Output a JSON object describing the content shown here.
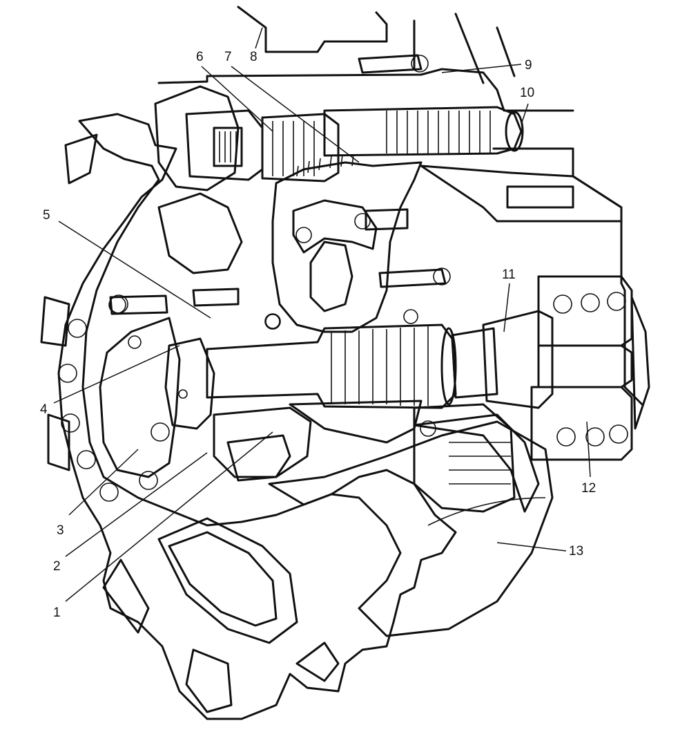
{
  "diagram": {
    "colors": {
      "highlight": "#7fd3ea",
      "highlight_dark": "#3fa9c8",
      "ink": "#111111",
      "shade_dark": "#3a3a3a",
      "shade_mid": "#9a9a9a",
      "shade_light": "#e4e4e4",
      "paper": "#ffffff"
    },
    "callouts": [
      {
        "id": "1",
        "text": "1"
      },
      {
        "id": "2",
        "text": "2"
      },
      {
        "id": "3",
        "text": "3"
      },
      {
        "id": "4",
        "text": "4"
      },
      {
        "id": "5",
        "text": "5"
      },
      {
        "id": "6",
        "text": "6"
      },
      {
        "id": "7",
        "text": "7"
      },
      {
        "id": "8",
        "text": "8"
      },
      {
        "id": "9",
        "text": "9"
      },
      {
        "id": "10",
        "text": "10"
      },
      {
        "id": "11",
        "text": "11"
      },
      {
        "id": "12",
        "text": "12"
      },
      {
        "id": "13",
        "text": "13"
      }
    ]
  }
}
